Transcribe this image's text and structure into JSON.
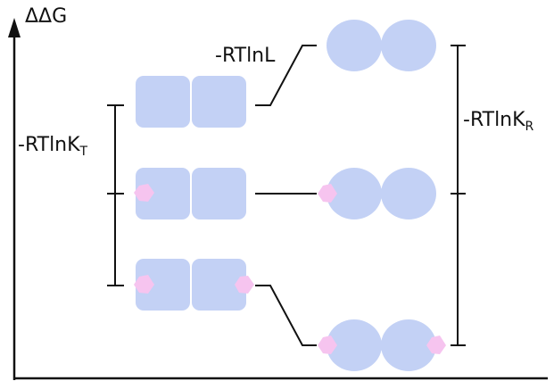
{
  "axis": {
    "ylabel": "ΔΔG"
  },
  "labels": {
    "l_main": "-RTlnL",
    "kt_main": "-RTlnK",
    "kt_sub": "T",
    "kr_main": "-RTlnK",
    "kr_sub": "R"
  },
  "colors": {
    "subunit_fill": "#c3d1f5",
    "ligand_fill": "#f6c4ef",
    "line": "#111111"
  },
  "states": {
    "t_state": {
      "shape": "rounded-square dimer",
      "ligands_bound": [
        0,
        1,
        2
      ]
    },
    "r_state": {
      "shape": "circle dimer",
      "ligands_bound": [
        0,
        1,
        2
      ]
    }
  }
}
